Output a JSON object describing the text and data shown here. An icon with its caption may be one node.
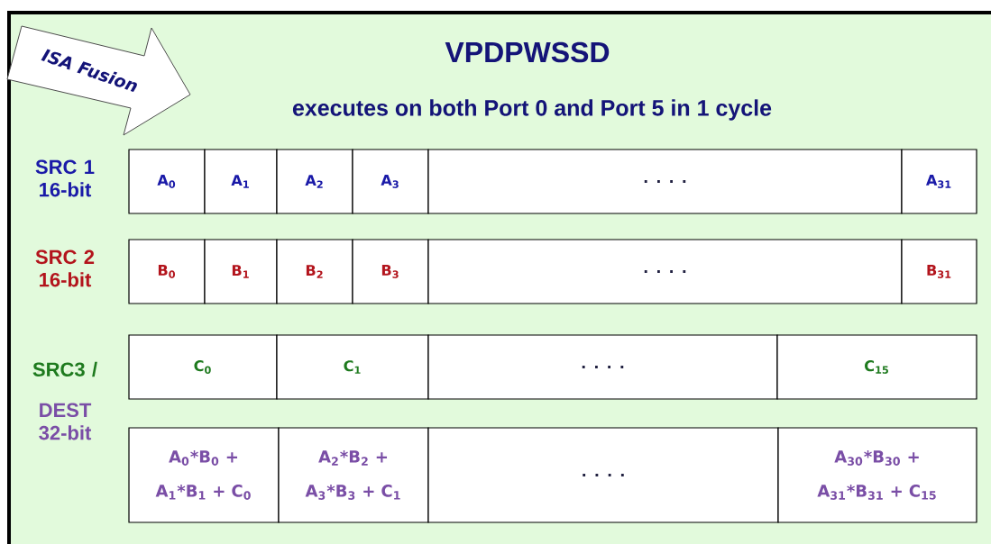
{
  "diagram": {
    "title": "VPDPWSSD",
    "nodes": [
      {
        "text": [
          "ISA Fusion"
        ]
      },
      {
        "text": [
          "A$_{0}$"
        ]
      },
      {
        "text": [
          "A$_{1}$"
        ]
      },
      {
        "text": [
          "A$_{2}$"
        ]
      },
      {
        "text": [
          "A$_{3}$"
        ]
      },
      {
        "text": [
          ". . . ."
        ]
      },
      {
        "text": [
          "A$_{31}$"
        ]
      },
      {
        "text": [
          "B$_{0}$"
        ]
      },
      {
        "text": [
          "B$_{1}$"
        ]
      },
      {
        "text": [
          "B$_{2}$"
        ]
      },
      {
        "text": [
          "B$_{3}$"
        ]
      },
      {
        "text": [
          ". . . ."
        ]
      },
      {
        "text": [
          "B$_{31}$"
        ]
      },
      {
        "text": [
          "C$_{0}$"
        ]
      },
      {
        "text": [
          "C$_{1}$"
        ]
      },
      {
        "text": [
          ". . . ."
        ]
      },
      {
        "text": [
          "C$_{15}$"
        ]
      },
      {
        "text": [
          "A$_{0}$*B$_{0}$ + A$_{1}$*B$_{1}$ + C$_{0}$"
        ]
      },
      {
        "text": [
          "A$_{2}$*B$_{2}$ + A$_{3}$*B$_{3}$ + C$_{1}$"
        ]
      },
      {
        "text": [
          ". . . ."
        ]
      },
      {
        "text": [
          "A$_{30}$*B$_{30}$ + A$_{31}$*B$_{31}$ + C$_{15}$"
        ]
      }
    ],
    "labels": [
      "executes on both Port 0 and Port 5 in 1 cycle",
      "SRC 1 16-bit",
      "SRC 2 16-bit",
      "SRC3 /",
      "DEST 32-bit"
    ]
  }
}
